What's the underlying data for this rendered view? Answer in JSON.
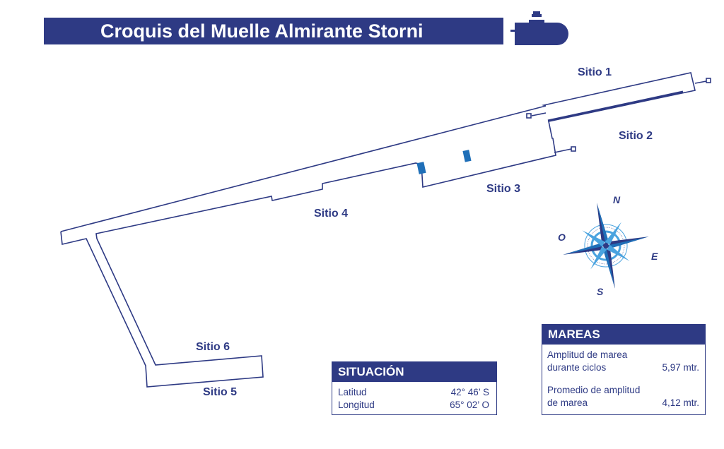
{
  "title": "Croquis del Muelle Almirante Storni",
  "sites": {
    "s1": "Sitio 1",
    "s2": "Sitio 2",
    "s3": "Sitio 3",
    "s4": "Sitio 4",
    "s5": "Sitio 5",
    "s6": "Sitio 6"
  },
  "compass": {
    "n": "N",
    "e": "E",
    "s": "S",
    "o": "O"
  },
  "situacion": {
    "heading": "SITUACIÓN",
    "rows": [
      {
        "label": "Latitud",
        "value": "42° 46’ S"
      },
      {
        "label": "Longitud",
        "value": "65° 02’ O"
      }
    ]
  },
  "mareas": {
    "heading": "MAREAS",
    "items": [
      {
        "line1": "Amplitud de marea",
        "line2": "durante ciclos",
        "value": "5,97 mtr."
      },
      {
        "line1": "Promedio de amplitud",
        "line2": "de marea",
        "value": "4,12 mtr."
      }
    ]
  },
  "colors": {
    "primary": "#2e3a84",
    "accent": "#1f6fb8",
    "light_accent": "#4aa3df"
  }
}
